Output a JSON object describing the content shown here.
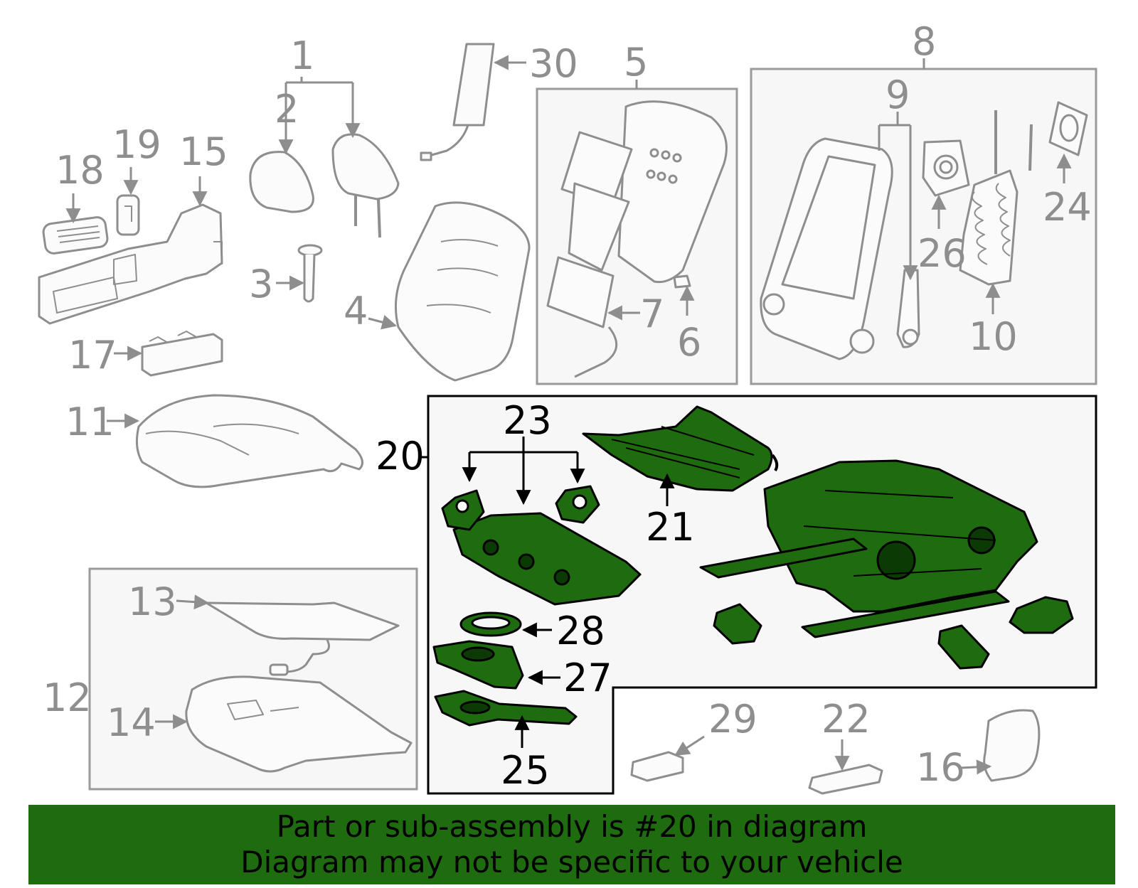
{
  "colors": {
    "highlight": "#1f6b0f",
    "outline": "#8e8e8e",
    "box_fill": "#f7f7f7",
    "banner": "#1f6b0f"
  },
  "callouts": {
    "c1": "1",
    "c2": "2",
    "c3": "3",
    "c4": "4",
    "c5": "5",
    "c6": "6",
    "c7": "7",
    "c8": "8",
    "c9": "9",
    "c10": "10",
    "c11": "11",
    "c12": "12",
    "c13": "13",
    "c14": "14",
    "c15": "15",
    "c16": "16",
    "c17": "17",
    "c18": "18",
    "c19": "19",
    "c20": "20",
    "c21": "21",
    "c22": "22",
    "c23": "23",
    "c24": "24",
    "c25": "25",
    "c26": "26",
    "c27": "27",
    "c28": "28",
    "c29": "29",
    "c30": "30"
  },
  "banner": {
    "line1": "Part or sub-assembly is #20 in diagram",
    "line2": "Diagram may not be specific to your vehicle"
  }
}
